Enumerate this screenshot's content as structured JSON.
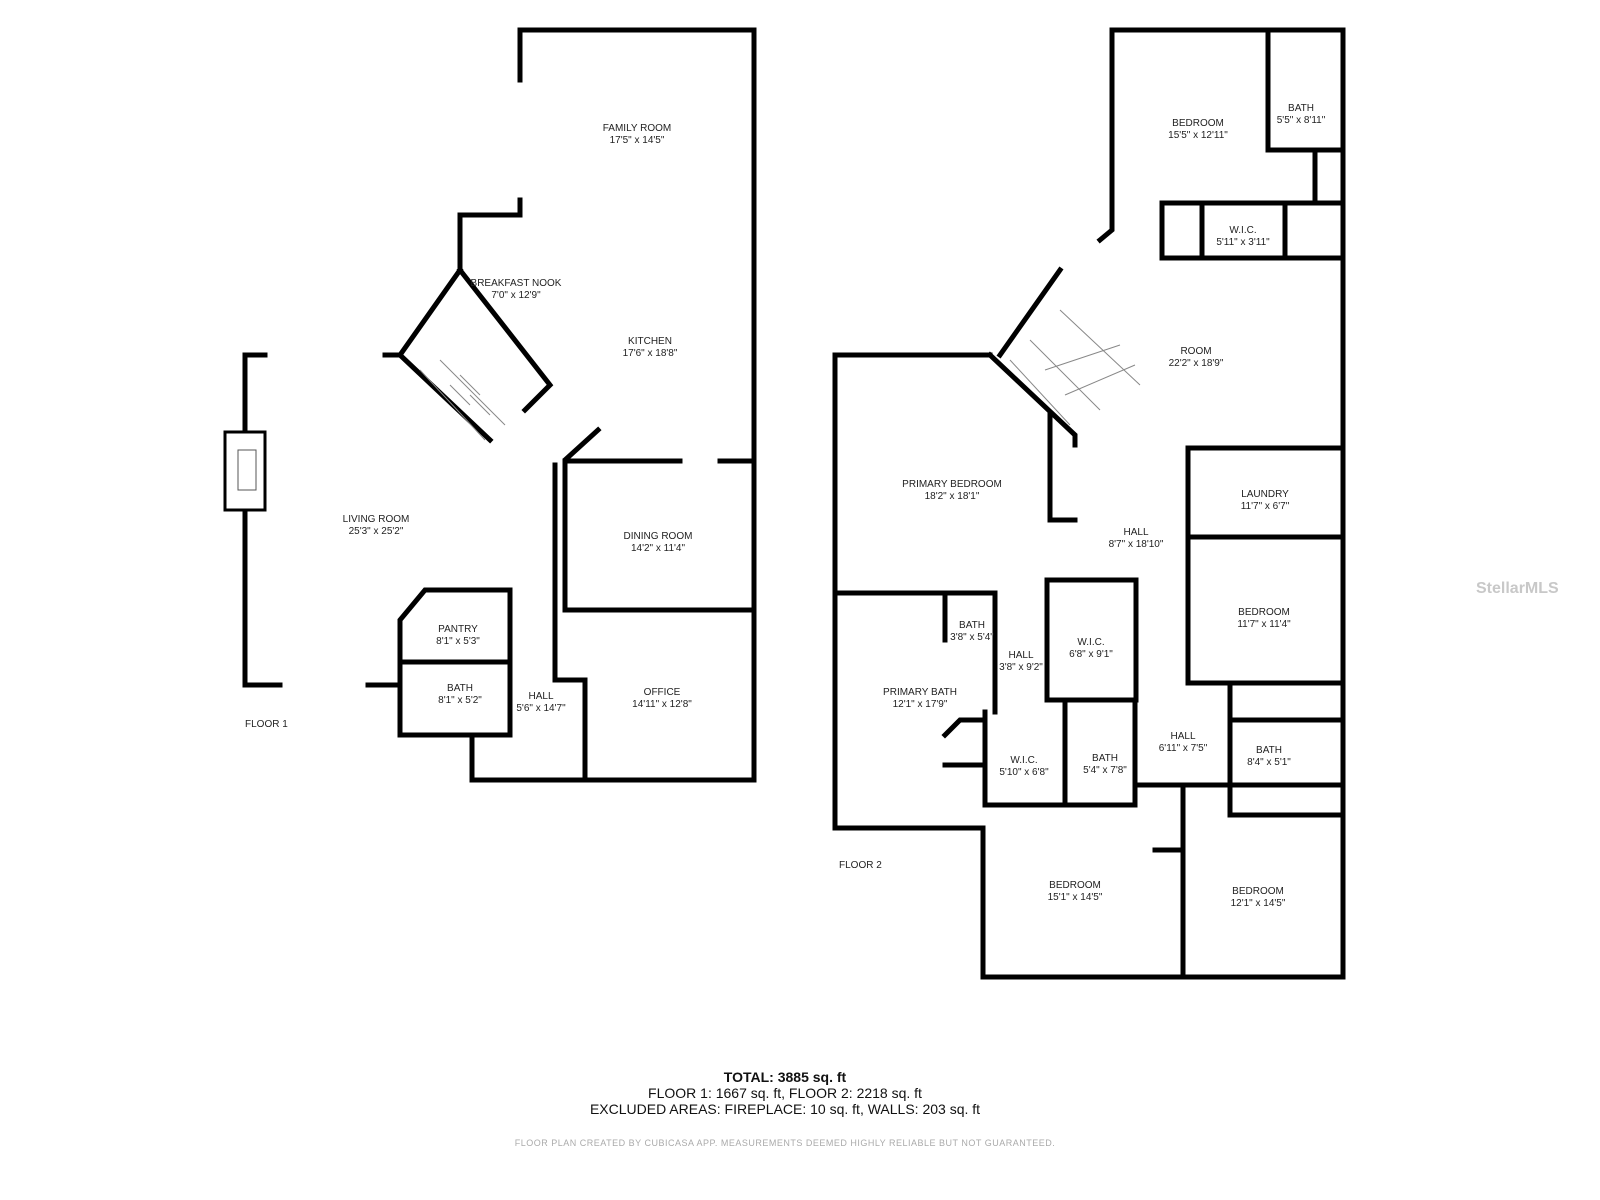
{
  "floors": [
    {
      "label": "FLOOR 1",
      "rooms": [
        {
          "name": "FAMILY ROOM",
          "size": "17'5\" x 14'5\""
        },
        {
          "name": "BREAKFAST NOOK",
          "size": "7'0\" x 12'9\""
        },
        {
          "name": "KITCHEN",
          "size": "17'6\" x 18'8\""
        },
        {
          "name": "LIVING ROOM",
          "size": "25'3\" x 25'2\""
        },
        {
          "name": "DINING ROOM",
          "size": "14'2\" x 11'4\""
        },
        {
          "name": "PANTRY",
          "size": "8'1\" x 5'3\""
        },
        {
          "name": "BATH",
          "size": "8'1\" x 5'2\""
        },
        {
          "name": "HALL",
          "size": "5'6\" x 14'7\""
        },
        {
          "name": "OFFICE",
          "size": "14'11\" x 12'8\""
        }
      ]
    },
    {
      "label": "FLOOR 2",
      "rooms": [
        {
          "name": "BEDROOM",
          "size": "15'5\" x 12'11\""
        },
        {
          "name": "BATH",
          "size": "5'5\" x 8'11\""
        },
        {
          "name": "W.I.C.",
          "size": "5'11\" x 3'11\""
        },
        {
          "name": "ROOM",
          "size": "22'2\" x 18'9\""
        },
        {
          "name": "PRIMARY BEDROOM",
          "size": "18'2\" x 18'1\""
        },
        {
          "name": "LAUNDRY",
          "size": "11'7\" x 6'7\""
        },
        {
          "name": "HALL",
          "size": "8'7\" x 18'10\""
        },
        {
          "name": "BEDROOM",
          "size": "11'7\" x 11'4\""
        },
        {
          "name": "BATH",
          "size": "3'8\" x 5'4\""
        },
        {
          "name": "HALL",
          "size": "3'8\" x 9'2\""
        },
        {
          "name": "W.I.C.",
          "size": "6'8\" x 9'1\""
        },
        {
          "name": "PRIMARY BATH",
          "size": "12'1\" x 17'9\""
        },
        {
          "name": "W.I.C.",
          "size": "5'10\" x 6'8\""
        },
        {
          "name": "BATH",
          "size": "5'4\" x 7'8\""
        },
        {
          "name": "HALL",
          "size": "6'11\" x 7'5\""
        },
        {
          "name": "BATH",
          "size": "8'4\" x 5'1\""
        },
        {
          "name": "BEDROOM",
          "size": "15'1\" x 14'5\""
        },
        {
          "name": "BEDROOM",
          "size": "12'1\" x 14'5\""
        }
      ]
    }
  ],
  "summary": {
    "total": "TOTAL: 3885 sq. ft",
    "floors": "FLOOR 1: 1667 sq. ft, FLOOR 2: 2218 sq. ft",
    "excluded": "EXCLUDED AREAS: FIREPLACE: 10 sq. ft, WALLS: 203 sq. ft"
  },
  "disclaimer": "FLOOR PLAN CREATED BY CUBICASA APP. MEASUREMENTS DEEMED HIGHLY RELIABLE BUT NOT GUARANTEED.",
  "watermark": "StellarMLS",
  "colors": {
    "wall": "#000000",
    "window": "#bbbbbb"
  }
}
